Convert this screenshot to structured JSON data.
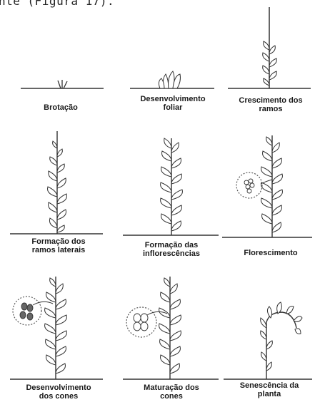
{
  "intro_text": "nte (Figura 17).",
  "stages": [
    {
      "id": "brotacao",
      "lines": [
        "Brotação"
      ]
    },
    {
      "id": "desenvolvimento-foliar",
      "lines": [
        "Desenvolvimento",
        "foliar"
      ]
    },
    {
      "id": "crescimento-ramos",
      "lines": [
        "Crescimento dos",
        "ramos"
      ]
    },
    {
      "id": "formacao-ramos-laterais",
      "lines": [
        "Formação dos",
        "ramos laterais"
      ]
    },
    {
      "id": "formacao-inflorescencias",
      "lines": [
        "Formação das",
        "inflorescências"
      ]
    },
    {
      "id": "florescimento",
      "lines": [
        "Florescimento"
      ]
    },
    {
      "id": "desenvolvimento-cones",
      "lines": [
        "Desenvolvimento",
        "dos cones"
      ]
    },
    {
      "id": "maturacao-cones",
      "lines": [
        "Maturação dos",
        "cones"
      ]
    },
    {
      "id": "senescencia",
      "lines": [
        "Senescência da",
        "planta"
      ]
    }
  ]
}
